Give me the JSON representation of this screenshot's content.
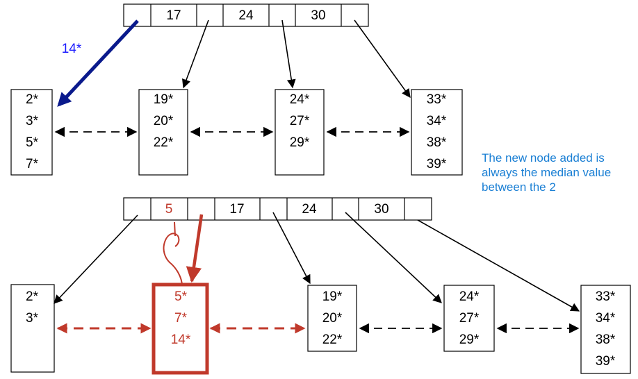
{
  "colors": {
    "black": "#000000",
    "blue_arrow": "#0a1a8c",
    "blue_label": "#1a1aff",
    "red": "#c0392b",
    "note": "#1a7fd4"
  },
  "top": {
    "root_keys": [
      "17",
      "24",
      "30"
    ],
    "insert_label": "14*",
    "leaves": [
      [
        "2*",
        "3*",
        "5*",
        "7*"
      ],
      [
        "19*",
        "20*",
        "22*"
      ],
      [
        "24*",
        "27*",
        "29*"
      ],
      [
        "33*",
        "34*",
        "38*",
        "39*"
      ]
    ]
  },
  "note_lines": [
    "The new node added is",
    "always the median value",
    "between the 2"
  ],
  "bottom": {
    "root_keys": [
      "5",
      "17",
      "24",
      "30"
    ],
    "leaves": [
      [
        "2*",
        "3*"
      ],
      [
        "5*",
        "7*",
        "14*"
      ],
      [
        "19*",
        "20*",
        "22*"
      ],
      [
        "24*",
        "27*",
        "29*"
      ],
      [
        "33*",
        "34*",
        "38*",
        "39*"
      ]
    ]
  }
}
